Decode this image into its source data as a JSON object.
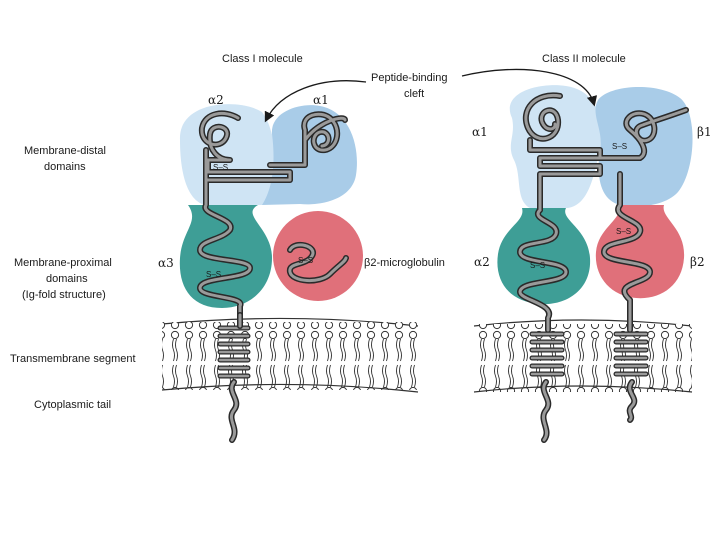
{
  "title_class1": "Class I molecule",
  "title_class2": "Class II molecule",
  "peptide_cleft": [
    "Peptide-binding",
    "cleft"
  ],
  "left_labels": {
    "distal": [
      "Membrane-distal",
      "domains"
    ],
    "proximal": [
      "Membrane-proximal",
      "domains",
      "(Ig-fold structure)"
    ],
    "transmembrane": "Transmembrane segment",
    "cytoplasmic": "Cytoplasmic tail"
  },
  "class1_domains": {
    "a2": "α2",
    "a1": "α1",
    "a3": "α3",
    "b2m": "β2-microglobulin"
  },
  "class2_domains": {
    "a1": "α1",
    "b1": "β1",
    "a2": "α2",
    "b2": "β2"
  },
  "disulfide_label": "S–S",
  "colors": {
    "distal_light": "#cfe4f4",
    "distal_mid": "#a9cce8",
    "proximal_teal": "#3e9e96",
    "proximal_red": "#e0707a",
    "chain": "#7a7a7a",
    "chain_outline": "#2a2a2a",
    "membrane_line": "#333333"
  }
}
